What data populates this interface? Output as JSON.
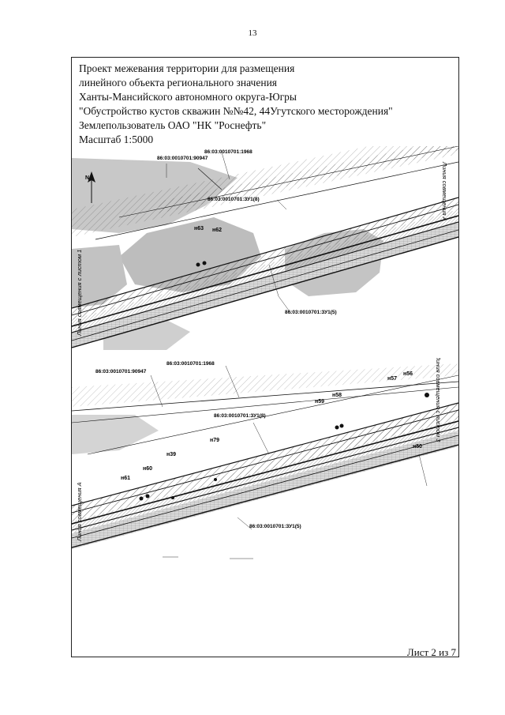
{
  "page_number": "13",
  "header": {
    "line1": "Проект межевания территории для размещения",
    "line2": "линейного объекта регионального значения",
    "line3": "Ханты-Мансийского автономного округа-Югры",
    "line4": "\"Обустройство кустов скважин №№42, 44Угутского месторождения\"",
    "line5": "Землепользователь ОАО \"НК \"Роснефть\"",
    "line6": "Масштаб 1:5000"
  },
  "map": {
    "north_label": "N",
    "top": {
      "parcels": [
        "86:03:0010701:1968",
        "86:03:0010701:90947",
        "86:03:0010701:ЗУ1(8)",
        "86:03:0010701:ЗУ1(5)"
      ],
      "points": [
        "н63",
        "н62"
      ],
      "side_left": "Линия совмещения с листом 1",
      "side_right": "Линия совмещения А"
    },
    "bottom": {
      "parcels": [
        "86:03:0010701:1968",
        "86:03:0010701:90947",
        "86:03:0010701:ЗУ1(8)",
        "86:03:0010701:ЗУ1(5)"
      ],
      "points": [
        "н56",
        "н57",
        "н58",
        "н59",
        "н79",
        "н39",
        "н60",
        "н61",
        "н50"
      ],
      "side_left": "Линия совмещения А",
      "side_right": "Линия совмещения с листом 3"
    }
  },
  "footer": {
    "sheet": "Лист 2 из 7"
  }
}
